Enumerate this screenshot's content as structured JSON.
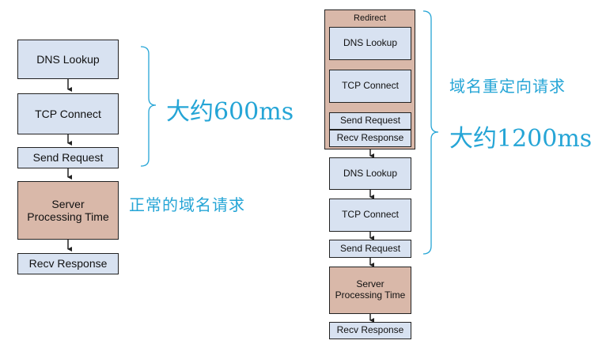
{
  "left": {
    "dns": "DNS Lookup",
    "tcp": "TCP Connect",
    "send": "Send Request",
    "server": "Server\nProcessing Time",
    "recv": "Recv Response",
    "time_note": "大约600ms",
    "desc_note": "正常的域名请求"
  },
  "right": {
    "redirect_title": "Redirect",
    "redirect_dns": "DNS Lookup",
    "redirect_tcp": "TCP Connect",
    "redirect_send": "Send Request",
    "redirect_recv": "Recv Response",
    "dns": "DNS Lookup",
    "tcp": "TCP Connect",
    "send": "Send Request",
    "server": "Server\nProcessing Time",
    "recv": "Recv Response",
    "desc_note": "域名重定向请求",
    "time_note": "大约1200ms"
  },
  "colors": {
    "box_fill": "#d8e2f1",
    "server_fill": "#d9b8a9",
    "note_color": "#25a5d6"
  }
}
